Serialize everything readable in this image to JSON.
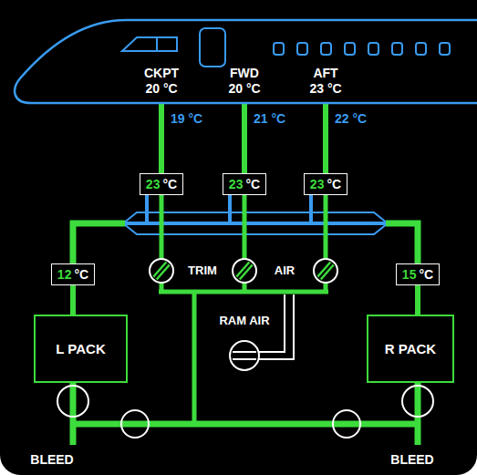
{
  "diagram": {
    "nodes": [
      {
        "text": [
          "CKPT",
          "20 °C",
          "FWD",
          "20 °C",
          "AFT",
          "23 °C"
        ]
      },
      {
        "text": [
          "23",
          "°C"
        ]
      },
      {
        "text": [
          "23",
          "°C"
        ]
      },
      {
        "text": [
          "23",
          "°C"
        ]
      },
      {
        "text": [
          "12",
          "°C"
        ]
      },
      {
        "text": [
          "15",
          "°C"
        ]
      },
      {
        "text": [
          "L PACK"
        ]
      },
      {
        "text": [
          "R PACK"
        ]
      }
    ],
    "edges": [
      {
        "from": 1,
        "to": 0,
        "arrow": "none"
      },
      {
        "from": 2,
        "to": 0,
        "arrow": "none"
      },
      {
        "from": 3,
        "to": 0,
        "arrow": "none"
      },
      {
        "from": 4,
        "to": 1,
        "arrow": "none"
      },
      {
        "from": 4,
        "to": 2,
        "arrow": "none"
      },
      {
        "from": 4,
        "to": 3,
        "arrow": "none"
      },
      {
        "from": 5,
        "to": 1,
        "arrow": "none"
      },
      {
        "from": 5,
        "to": 2,
        "arrow": "none"
      },
      {
        "from": 5,
        "to": 3,
        "arrow": "none"
      },
      {
        "from": 6,
        "to": 4,
        "arrow": "none"
      },
      {
        "from": 7,
        "to": 5,
        "arrow": "none"
      }
    ],
    "labels": [
      "19 °C",
      "21 °C",
      "22 °C",
      "TRIM",
      "AIR",
      "RAM AIR",
      "BLEED",
      "BLEED"
    ]
  }
}
